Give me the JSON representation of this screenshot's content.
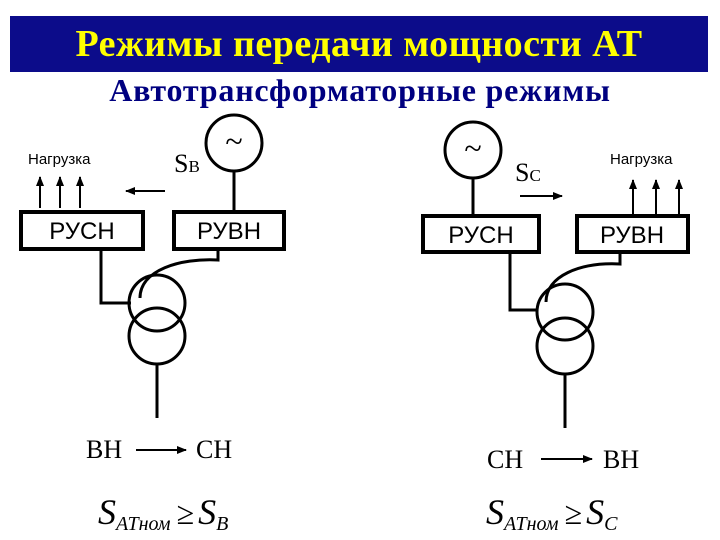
{
  "title": "Режимы передачи мощности АТ",
  "subtitle": "Автотрансформаторные режимы",
  "left": {
    "load_label": "Нагрузка",
    "flow_label_main": "S",
    "flow_label_sub": "В",
    "source_symbol": "~",
    "box_lv": "РУСН",
    "box_hv": "РУВН",
    "mode_from": "ВН",
    "mode_to": "СН",
    "formula": {
      "s1": "S",
      "sub1": "АТном",
      "op": "≥",
      "s2": "S",
      "sub2": "В"
    }
  },
  "right": {
    "load_label": "Нагрузка",
    "flow_label_main": "S",
    "flow_label_sub": "С",
    "source_symbol": "~",
    "box_lv": "РУСН",
    "box_hv": "РУВН",
    "mode_from": "СН",
    "mode_to": "ВН",
    "formula": {
      "s1": "S",
      "sub1": "АТном",
      "op": "≥",
      "s2": "S",
      "sub2": "С"
    }
  },
  "colors": {
    "title_bg": "#0c0c8a",
    "title_text": "#ffff00",
    "subtitle_text": "#000080"
  }
}
